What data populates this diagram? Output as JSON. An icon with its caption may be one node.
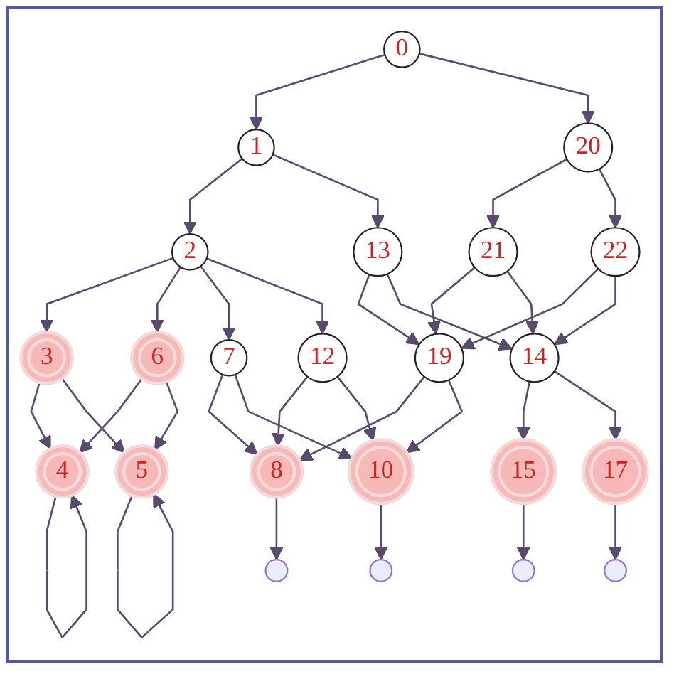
{
  "diagram": {
    "nodes": [
      {
        "text": [
          "0"
        ]
      },
      {
        "text": [
          "1"
        ]
      },
      {
        "text": [
          "20"
        ]
      },
      {
        "text": [
          "2"
        ]
      },
      {
        "text": [
          "13"
        ]
      },
      {
        "text": [
          "21"
        ]
      },
      {
        "text": [
          "22"
        ]
      },
      {
        "text": [
          "3"
        ]
      },
      {
        "text": [
          "6"
        ]
      },
      {
        "text": [
          "7"
        ]
      },
      {
        "text": [
          "12"
        ]
      },
      {
        "text": [
          "19"
        ]
      },
      {
        "text": [
          "14"
        ]
      },
      {
        "text": [
          "4"
        ]
      },
      {
        "text": [
          "5"
        ]
      },
      {
        "text": [
          "8"
        ]
      },
      {
        "text": [
          "10"
        ]
      },
      {
        "text": [
          "15"
        ]
      },
      {
        "text": [
          "17"
        ]
      }
    ],
    "edges": [
      {
        "from": 0,
        "to": 1,
        "arrow": "to"
      },
      {
        "from": 0,
        "to": 2,
        "arrow": "to"
      },
      {
        "from": 1,
        "to": 3,
        "arrow": "to"
      },
      {
        "from": 1,
        "to": 4,
        "arrow": "to"
      },
      {
        "from": 2,
        "to": 5,
        "arrow": "to"
      },
      {
        "from": 2,
        "to": 6,
        "arrow": "to"
      },
      {
        "from": 3,
        "to": 7,
        "arrow": "to"
      },
      {
        "from": 3,
        "to": 8,
        "arrow": "to"
      },
      {
        "from": 3,
        "to": 9,
        "arrow": "to"
      },
      {
        "from": 3,
        "to": 10,
        "arrow": "to"
      },
      {
        "from": 4,
        "to": 11,
        "arrow": "to"
      },
      {
        "from": 4,
        "to": 12,
        "arrow": "to"
      },
      {
        "from": 5,
        "to": 11,
        "arrow": "to"
      },
      {
        "from": 5,
        "to": 12,
        "arrow": "to"
      },
      {
        "from": 6,
        "to": 11,
        "arrow": "to"
      },
      {
        "from": 6,
        "to": 12,
        "arrow": "to"
      },
      {
        "from": 7,
        "to": 13,
        "arrow": "to"
      },
      {
        "from": 7,
        "to": 14,
        "arrow": "to"
      },
      {
        "from": 8,
        "to": 13,
        "arrow": "to"
      },
      {
        "from": 8,
        "to": 14,
        "arrow": "to"
      },
      {
        "from": 13,
        "to": 13,
        "arrow": "to"
      },
      {
        "from": 14,
        "to": 14,
        "arrow": "to"
      },
      {
        "from": 9,
        "to": 15,
        "arrow": "to"
      },
      {
        "from": 9,
        "to": 16,
        "arrow": "to"
      },
      {
        "from": 10,
        "to": 15,
        "arrow": "to"
      },
      {
        "from": 10,
        "to": 16,
        "arrow": "to"
      },
      {
        "from": 11,
        "to": 15,
        "arrow": "to"
      },
      {
        "from": 11,
        "to": 16,
        "arrow": "to"
      },
      {
        "from": 12,
        "to": 17,
        "arrow": "to"
      },
      {
        "from": 12,
        "to": 18,
        "arrow": "to"
      },
      {
        "from": 15,
        "to": null,
        "arrow": "to"
      },
      {
        "from": 16,
        "to": null,
        "arrow": "to"
      },
      {
        "from": 17,
        "to": null,
        "arrow": "to"
      },
      {
        "from": 18,
        "to": null,
        "arrow": "to"
      }
    ]
  }
}
